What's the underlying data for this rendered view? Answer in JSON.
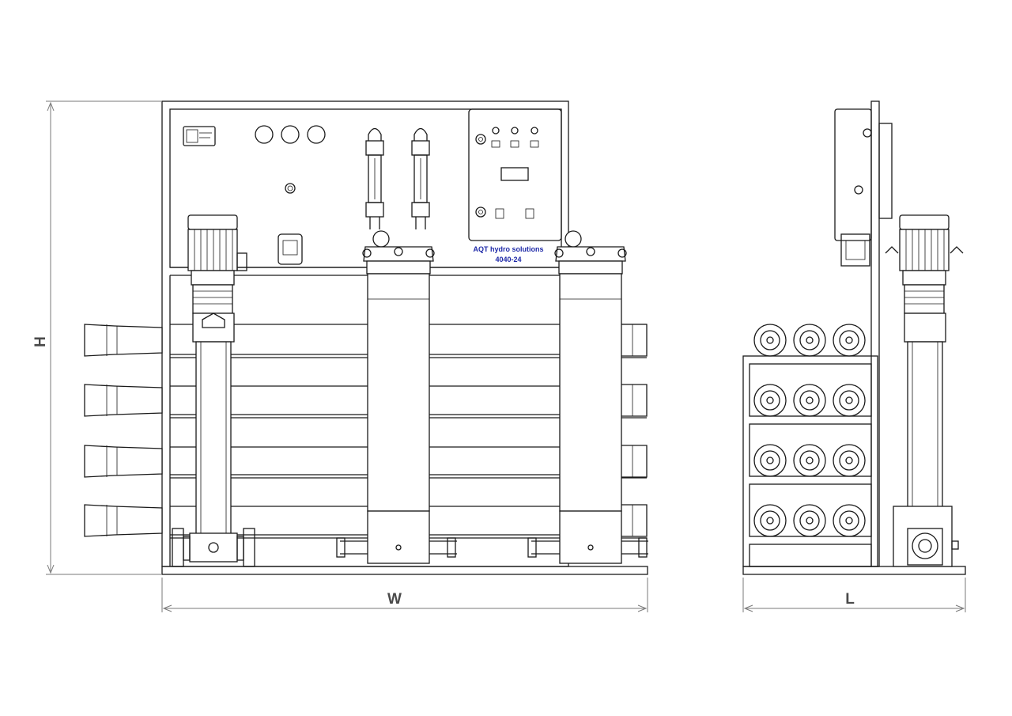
{
  "label": {
    "brand": "AQT hydro solutions",
    "model": "4040-24"
  },
  "dimensions": {
    "height": "H",
    "width": "W",
    "length": "L"
  },
  "colors": {
    "line": "#1a1a1a",
    "dimension": "#7a7a7a",
    "brand_text": "#1f2aa8"
  }
}
